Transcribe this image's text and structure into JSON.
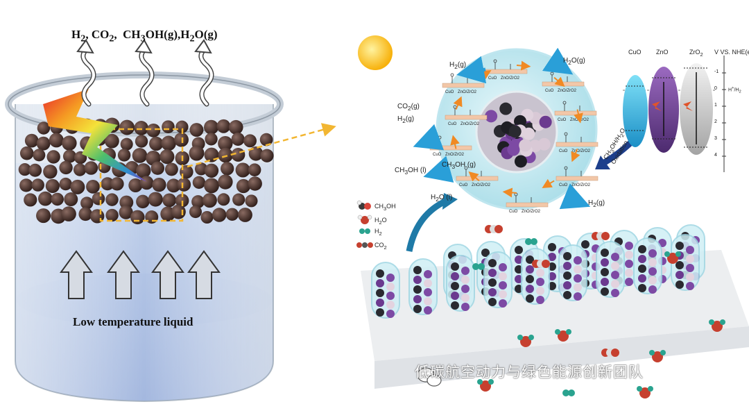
{
  "left_panel": {
    "gas_products_html": "H<sub>2</sub>, CO<sub>2</sub>,&nbsp; CH<sub>3</sub>OH(g),H<sub>2</sub>O(g)",
    "gas_products": "H2, CO2, CH3OH(g),H2O(g)",
    "liquid_label": "Low temperature liquid"
  },
  "mechanism": {
    "h2g_top": "H2(g)",
    "h2o_g": "H2O(g)",
    "co2g": "CO2(g)",
    "h2g_mid": "H2(g)",
    "ch3oh_g": "CH3OH (g)",
    "ch3oh_l": "CH3OH (l)",
    "h2o_l": "H2O (l)",
    "h2g_bottom": "H2(g)",
    "substrate_cuo": "CuO",
    "substrate_zno": "ZnO/ZrO2",
    "oxidation_label": "CH3OH/H2O Oxidation"
  },
  "band_diagram": {
    "materials": [
      "CuO",
      "ZnO",
      "ZrO2"
    ],
    "axis_title": "V VS. NHE(eV)",
    "ticks": [
      "-1",
      "0",
      "1",
      "2",
      "3",
      "4"
    ],
    "ref_label": "H+/H2"
  },
  "legend": [
    {
      "label": "CH3OH"
    },
    {
      "label": "H2O"
    },
    {
      "label": "H2"
    },
    {
      "label": "CO2"
    }
  ],
  "watermark": "低碳航空动力与绿色能源创新团队",
  "colors": {
    "purple": "#6b3a8f",
    "cyan": "#2bb4d8",
    "orange": "#f08a24",
    "arrow_blue": "#2a9fd8"
  }
}
